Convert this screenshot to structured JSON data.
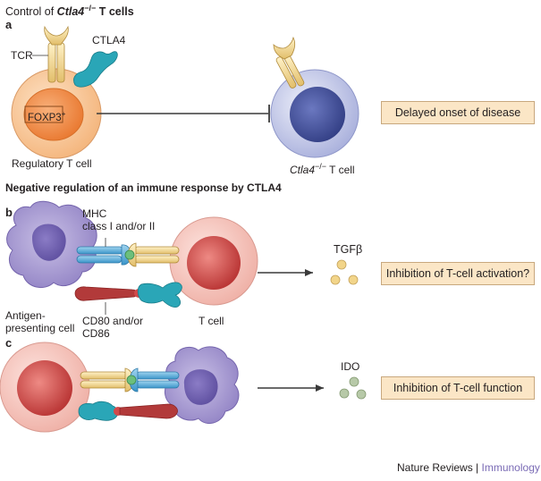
{
  "section_a": {
    "heading_prefix": "Control of ",
    "heading_gene": "Ctla4",
    "heading_sup": "−/−",
    "heading_suffix": " T cells",
    "letter": "a",
    "tcr_label": "TCR",
    "ctla4_label": "CTLA4",
    "foxp3_label": "FOXP3",
    "foxp3_sup": "+",
    "treg_label": "Regulatory T cell",
    "ko_gene": "Ctla4",
    "ko_sup": "−/−",
    "ko_suffix": " T cell",
    "outcome": "Delayed onset of disease"
  },
  "section_b": {
    "heading": "Negative regulation of an immune response by CTLA4",
    "letter": "b",
    "mhc_label_1": "MHC",
    "mhc_label_2": "class I and/or II",
    "apc_label_1": "Antigen-",
    "apc_label_2": "presenting cell",
    "cd80_label_1": "CD80 and/or",
    "cd80_label_2": "CD86",
    "tcell_label": "T cell",
    "tgfb_label": "TGFβ",
    "outcome": "Inhibition of T-cell activation?"
  },
  "section_c": {
    "letter": "c",
    "ido_label": "IDO",
    "outcome": "Inhibition of T-cell function"
  },
  "footer": {
    "journal": "Nature Reviews",
    "separator": " | ",
    "subject": "Immunology"
  },
  "colors": {
    "treg_cell": "#f7c9a0",
    "treg_nucleus": "#f08a3a",
    "effector_cell": "#c9cde9",
    "effector_nucleus": "#3d4a93",
    "tcell_body": "#f6c8c0",
    "tcell_nucleus": "#c83c3c",
    "apc": "#a79bd1",
    "ctla4": "#2aa6b7",
    "tcr": "#f2d58a",
    "cd80": "#b23a3a",
    "outcome_box": "#fbe6c6",
    "tgfb_dots": "#f2d58a",
    "ido_dots": "#b7c9a8",
    "immunology_text": "#7a6bb5"
  }
}
